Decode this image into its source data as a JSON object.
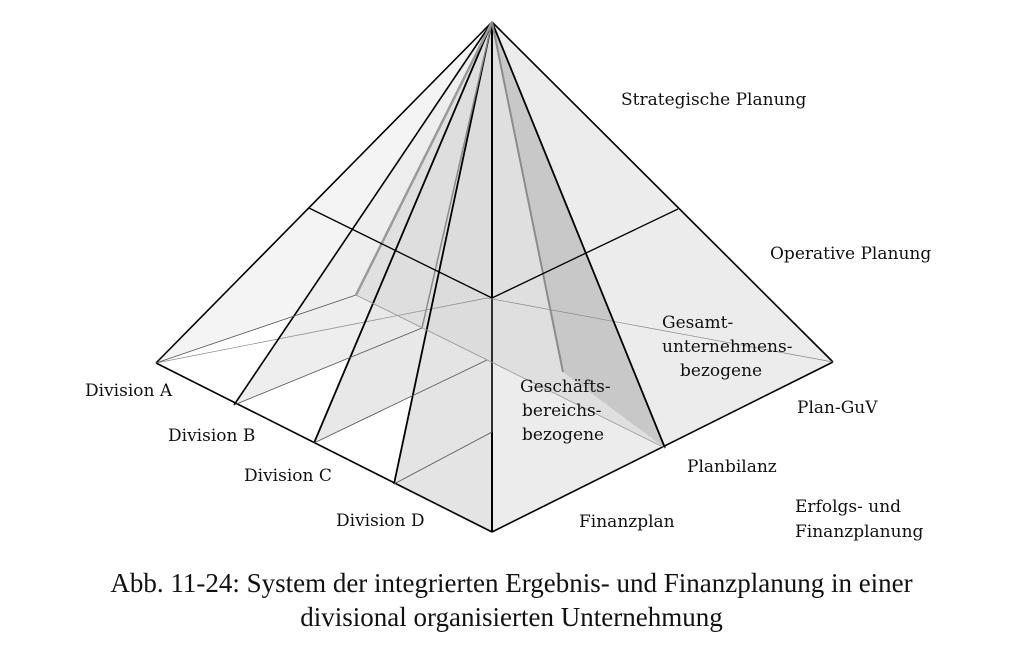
{
  "labels": {
    "strategic": "Strategische Planung",
    "operative": "Operative Planung",
    "overall": [
      "Gesamt-",
      "unternehmens-",
      "bezogene"
    ],
    "business": [
      "Geschäfts-",
      "bereichs-",
      "bezogene"
    ],
    "plan_guv": "Plan-GuV",
    "planbilanz": "Planbilanz",
    "finanzplan": "Finanzplan",
    "efp": [
      "Erfolgs- und",
      "Finanzplanung"
    ],
    "divisions": [
      "Division A",
      "Division B",
      "Division C",
      "Division D"
    ]
  },
  "caption": {
    "line1": "Abb. 11-24: System der integrierten Ergebnis- und Finanzplanung in einer",
    "line2": "divisional organisierten Unternehmung"
  }
}
